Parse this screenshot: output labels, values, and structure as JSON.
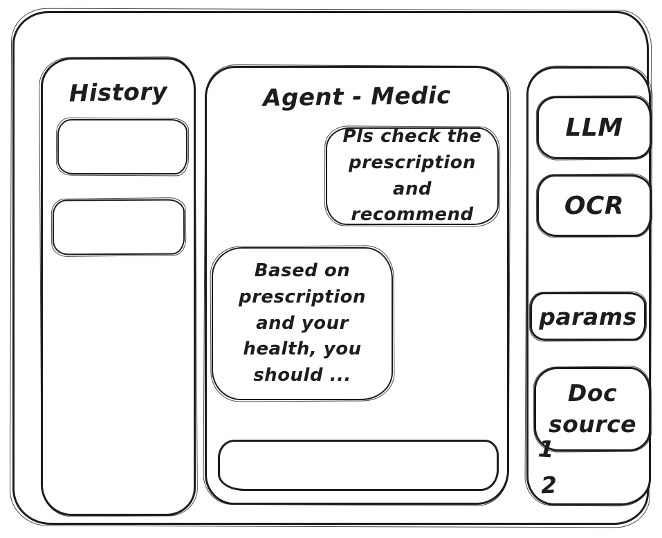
{
  "window": {
    "background_color": "#ffffff",
    "stroke_color": "#1d1d1d"
  },
  "left_panel": {
    "title": "History",
    "items": [
      {
        "label": ""
      },
      {
        "label": ""
      }
    ]
  },
  "chat": {
    "title": "Agent - Medic",
    "messages": [
      {
        "role": "user",
        "text": "Pls check the prescription and recommend"
      },
      {
        "role": "assistant",
        "text": "Based on prescription and your health, you should ..."
      }
    ],
    "input": {
      "value": "",
      "placeholder": ""
    }
  },
  "right_panel": {
    "buttons": [
      {
        "label": "LLM"
      },
      {
        "label": "OCR"
      },
      {
        "label": "params"
      },
      {
        "label": "Doc source"
      }
    ],
    "doc_source_list": [
      "1",
      "2"
    ]
  }
}
